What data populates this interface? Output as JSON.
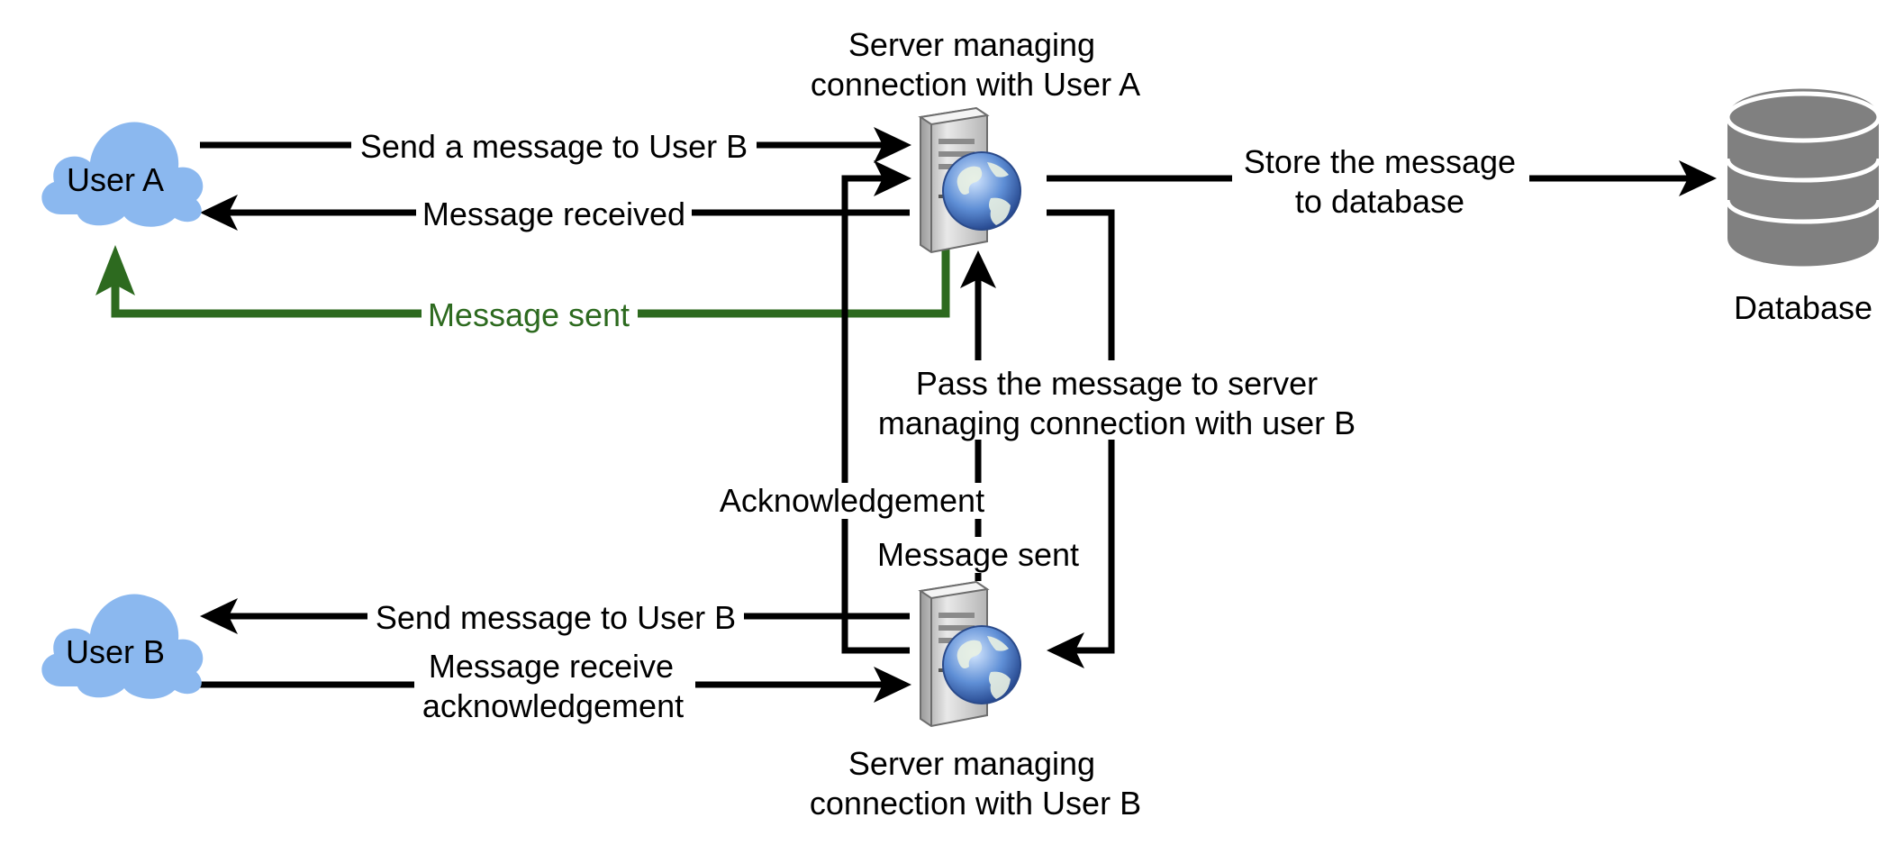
{
  "nodes": {
    "user_a": {
      "label": "User A",
      "color": "#8bb8ef"
    },
    "user_b": {
      "label": "User B",
      "color": "#8bb8ef"
    },
    "server_a": {
      "caption_line1": "Server managing",
      "caption_line2": "connection with User A"
    },
    "server_b": {
      "caption_line1": "Server managing",
      "caption_line2": "connection with User B"
    },
    "database": {
      "label": "Database",
      "color": "#808080"
    }
  },
  "edges": {
    "send_to_b": "Send a message to User B",
    "message_received": "Message received",
    "message_sent_a": "Message sent",
    "store_line1": "Store the message",
    "store_line2": "to database",
    "pass_line1": "Pass the message to server",
    "pass_line2": "managing connection with user B",
    "acknowledgement": "Acknowledgement",
    "message_sent_b": "Message sent",
    "send_message_b": "Send message to User B",
    "receive_ack_line1": "Message receive",
    "receive_ack_line2": "acknowledgement"
  },
  "colors": {
    "ink": "#000000",
    "accent_green": "#2d6a1f"
  }
}
